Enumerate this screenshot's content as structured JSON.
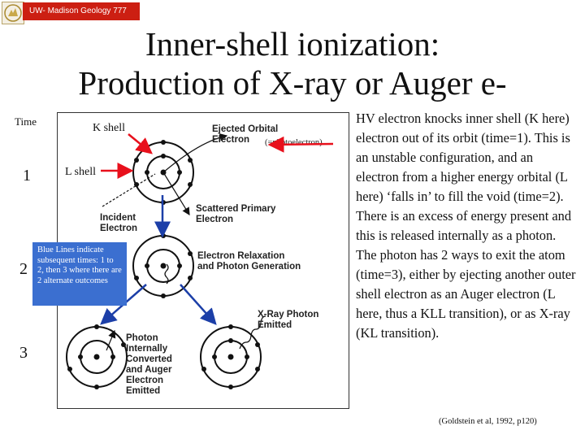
{
  "header": {
    "course_tag": "UW- Madison Geology 777"
  },
  "title": {
    "line1": "Inner-shell ionization:",
    "line2": "Production of X-ray or Auger e-"
  },
  "timeline": {
    "label": "Time",
    "steps": [
      "1",
      "2",
      "3"
    ]
  },
  "shell_labels": {
    "k": "K shell",
    "l": "L shell"
  },
  "figure_labels": {
    "ejected_orbital_1": "Ejected Orbital",
    "ejected_orbital_2": "Electron",
    "photoelectron": "(=photoelectron)",
    "incident_1": "Incident",
    "incident_2": "Electron",
    "scattered_1": "Scattered Primary",
    "scattered_2": "Electron",
    "relaxation_1": "Electron Relaxation",
    "relaxation_2": "and Photon Generation",
    "xray_1": "X-Ray Photon",
    "xray_2": "Emitted",
    "auger_1": "Photon",
    "auger_2": "Internally",
    "auger_3": "Converted",
    "auger_4": "and Auger",
    "auger_5": "Electron",
    "auger_6": "Emitted"
  },
  "note": "Blue Lines indicate subsequent times: 1 to 2, then 3 where there are 2 alternate outcomes",
  "description": "HV electron knocks inner shell (K here) electron out of its orbit (time=1). This is an unstable configuration, and an electron from a higher energy orbital (L here) ‘falls in’ to fill the void (time=2). There is an excess of energy present and this is released internally as a photon. The photon has 2 ways to exit the atom (time=3), either by ejecting another outer shell electron as an Auger electron (L here, thus a KLL transition), or as X-ray (KL transition).",
  "citation": "(Goldstein et al, 1992, p120)",
  "colors": {
    "tag_bg": "#cc1f12",
    "arrow_red": "#e8101c",
    "arrow_blue": "#1c3fa8",
    "note_bg": "#3b6fd0"
  }
}
